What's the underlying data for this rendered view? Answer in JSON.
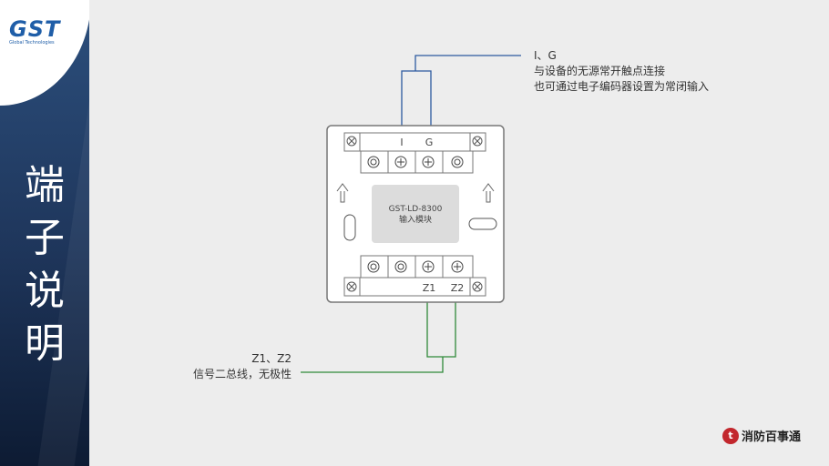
{
  "logo": {
    "brand": "GST",
    "tagline": "Global Technologies"
  },
  "sidebar": {
    "title_chars": [
      "端",
      "子",
      "说",
      "明"
    ]
  },
  "module": {
    "model": "GST-LD-8300",
    "name": "输入模块"
  },
  "terminals": {
    "top_labels": [
      "I",
      "G"
    ],
    "bottom_labels": [
      "Z1",
      "Z2"
    ]
  },
  "annotations": {
    "top": {
      "line1": "I、G",
      "line2": "与设备的无源常开触点连接",
      "line3": "也可通过电子编码器设置为常闭输入"
    },
    "bottom": {
      "line1": "Z1、Z2",
      "line2": "信号二总线，无极性"
    }
  },
  "brand_footer": {
    "text": "消防百事通"
  },
  "colors": {
    "wire_top": "#2c5aa0",
    "wire_bottom": "#2f8a3a",
    "sidebar": "#1e355a"
  }
}
